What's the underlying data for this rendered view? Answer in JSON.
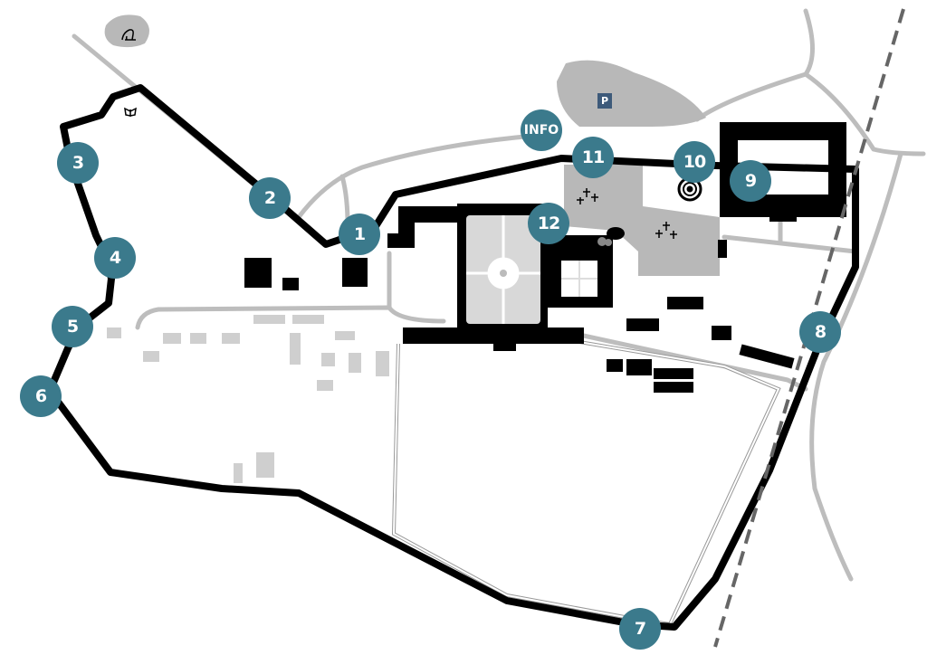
{
  "map": {
    "colors": {
      "marker": "#3b7a8c",
      "route": "#000000",
      "paths": "#bdbdbd",
      "area": "#b8b8b8",
      "parking_sign": "#3d5a7a"
    },
    "parking_label": "P",
    "info_label": "INFO",
    "stops": [
      {
        "label": "1"
      },
      {
        "label": "2"
      },
      {
        "label": "3"
      },
      {
        "label": "4"
      },
      {
        "label": "5"
      },
      {
        "label": "6"
      },
      {
        "label": "7"
      },
      {
        "label": "8"
      },
      {
        "label": "9"
      },
      {
        "label": "10"
      },
      {
        "label": "11"
      },
      {
        "label": "12"
      }
    ],
    "icons": [
      "frog-icon",
      "butterfly-icon",
      "cross-icon",
      "fountain-icon",
      "flower-bed-icon"
    ]
  }
}
